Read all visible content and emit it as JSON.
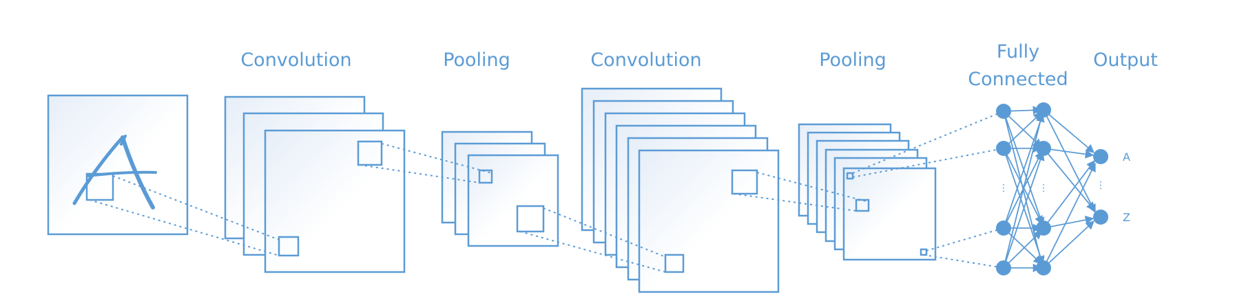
{
  "labels": {
    "conv1": "Convolution",
    "pool1": "Pooling",
    "conv2": "Convolution",
    "pool2": "Pooling",
    "fc_line1": "Fully",
    "fc_line2": "Connected",
    "output": "Output"
  },
  "outputs": {
    "first": "A",
    "last": "Z"
  },
  "colors": {
    "accent": "#5b9bd5"
  }
}
